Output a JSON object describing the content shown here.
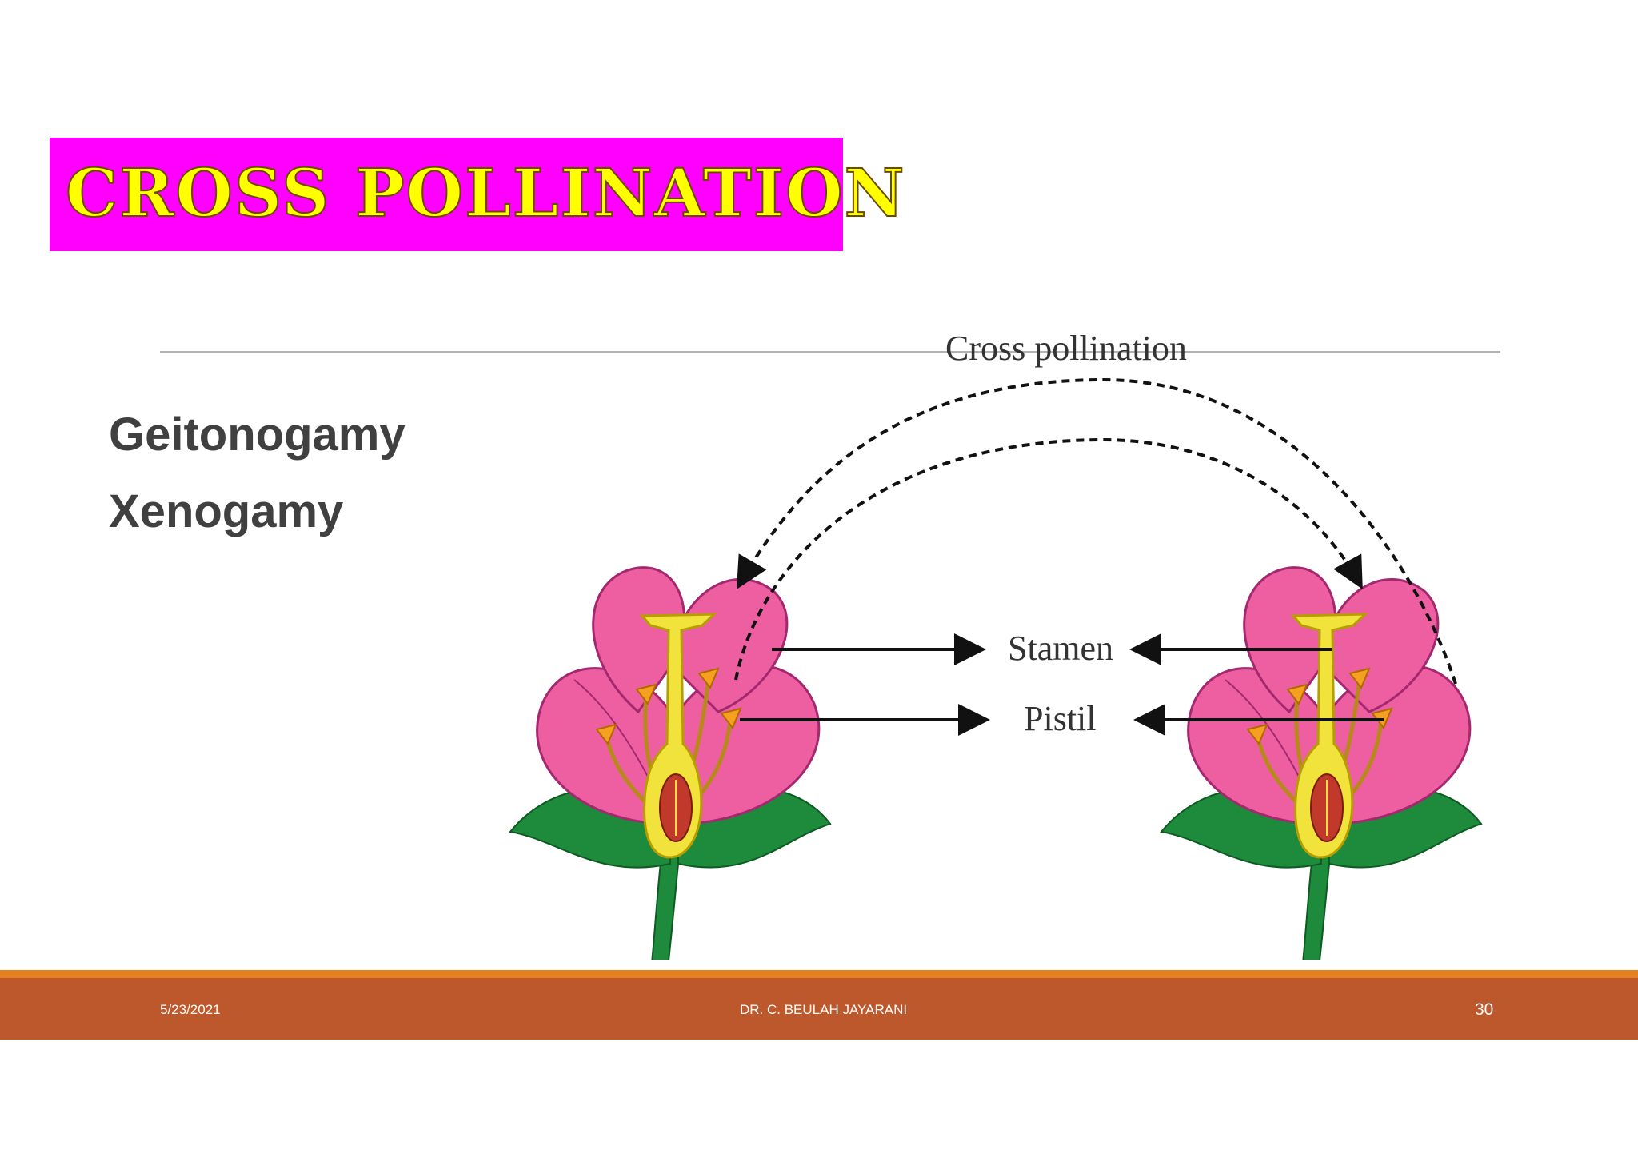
{
  "slide": {
    "title": "CROSS POLLINATION",
    "bullets": [
      "Geitonogamy",
      "Xenogamy"
    ]
  },
  "diagram": {
    "labels": {
      "cross_pollination": "Cross pollination",
      "stamen": "Stamen",
      "pistil": "Pistil"
    },
    "colors": {
      "petal": "#ee5fa2",
      "leaf": "#1e8a3c",
      "pistil": "#f1e23c",
      "anther": "#f5a020",
      "filament": "#b7891a"
    }
  },
  "footer": {
    "date": "5/23/2021",
    "author": "DR. C. BEULAH JAYARANI",
    "page": "30"
  },
  "colors": {
    "title_bg": "#ff00ff",
    "title_text": "#ffff00",
    "footer_accent": "#e6801e",
    "footer_bg": "#bd582c"
  }
}
